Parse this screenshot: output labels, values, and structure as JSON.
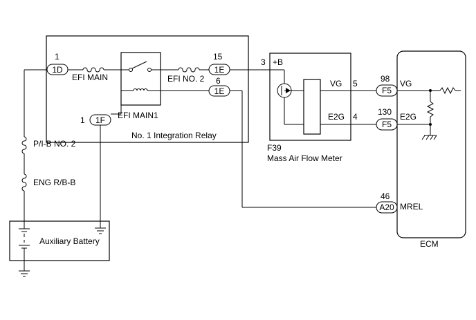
{
  "relay": {
    "name": "No. 1 Integration Relay",
    "fuse_efi_main": "EFI MAIN",
    "fuse_efi_no2": "EFI NO. 2",
    "relay_label": "EFI MAIN1",
    "conn_1d": "1D",
    "conn_1d_pin": "1",
    "conn_1f": "1F",
    "conn_1f_pin": "1",
    "conn_1e_top": "1E",
    "conn_1e_top_pin": "15",
    "conn_1e_bot": "1E",
    "conn_1e_bot_pin": "6"
  },
  "maf": {
    "code": "F39",
    "name": "Mass Air Flow Meter",
    "pin_b_num": "3",
    "pin_b_label": "+B",
    "pin_vg_num": "5",
    "pin_vg_label": "VG",
    "pin_e2g_num": "4",
    "pin_e2g_label": "E2G"
  },
  "ecm": {
    "name": "ECM",
    "vg_conn": "F5",
    "vg_pin": "98",
    "vg_label": "VG",
    "e2g_conn": "F5",
    "e2g_pin": "130",
    "e2g_label": "E2G",
    "mrel_conn": "A20",
    "mrel_pin": "46",
    "mrel_label": "MREL"
  },
  "fuses": {
    "pib": "P/I-B NO. 2",
    "engrb": "ENG R/B-B"
  },
  "battery": {
    "name": "Auxiliary Battery"
  }
}
